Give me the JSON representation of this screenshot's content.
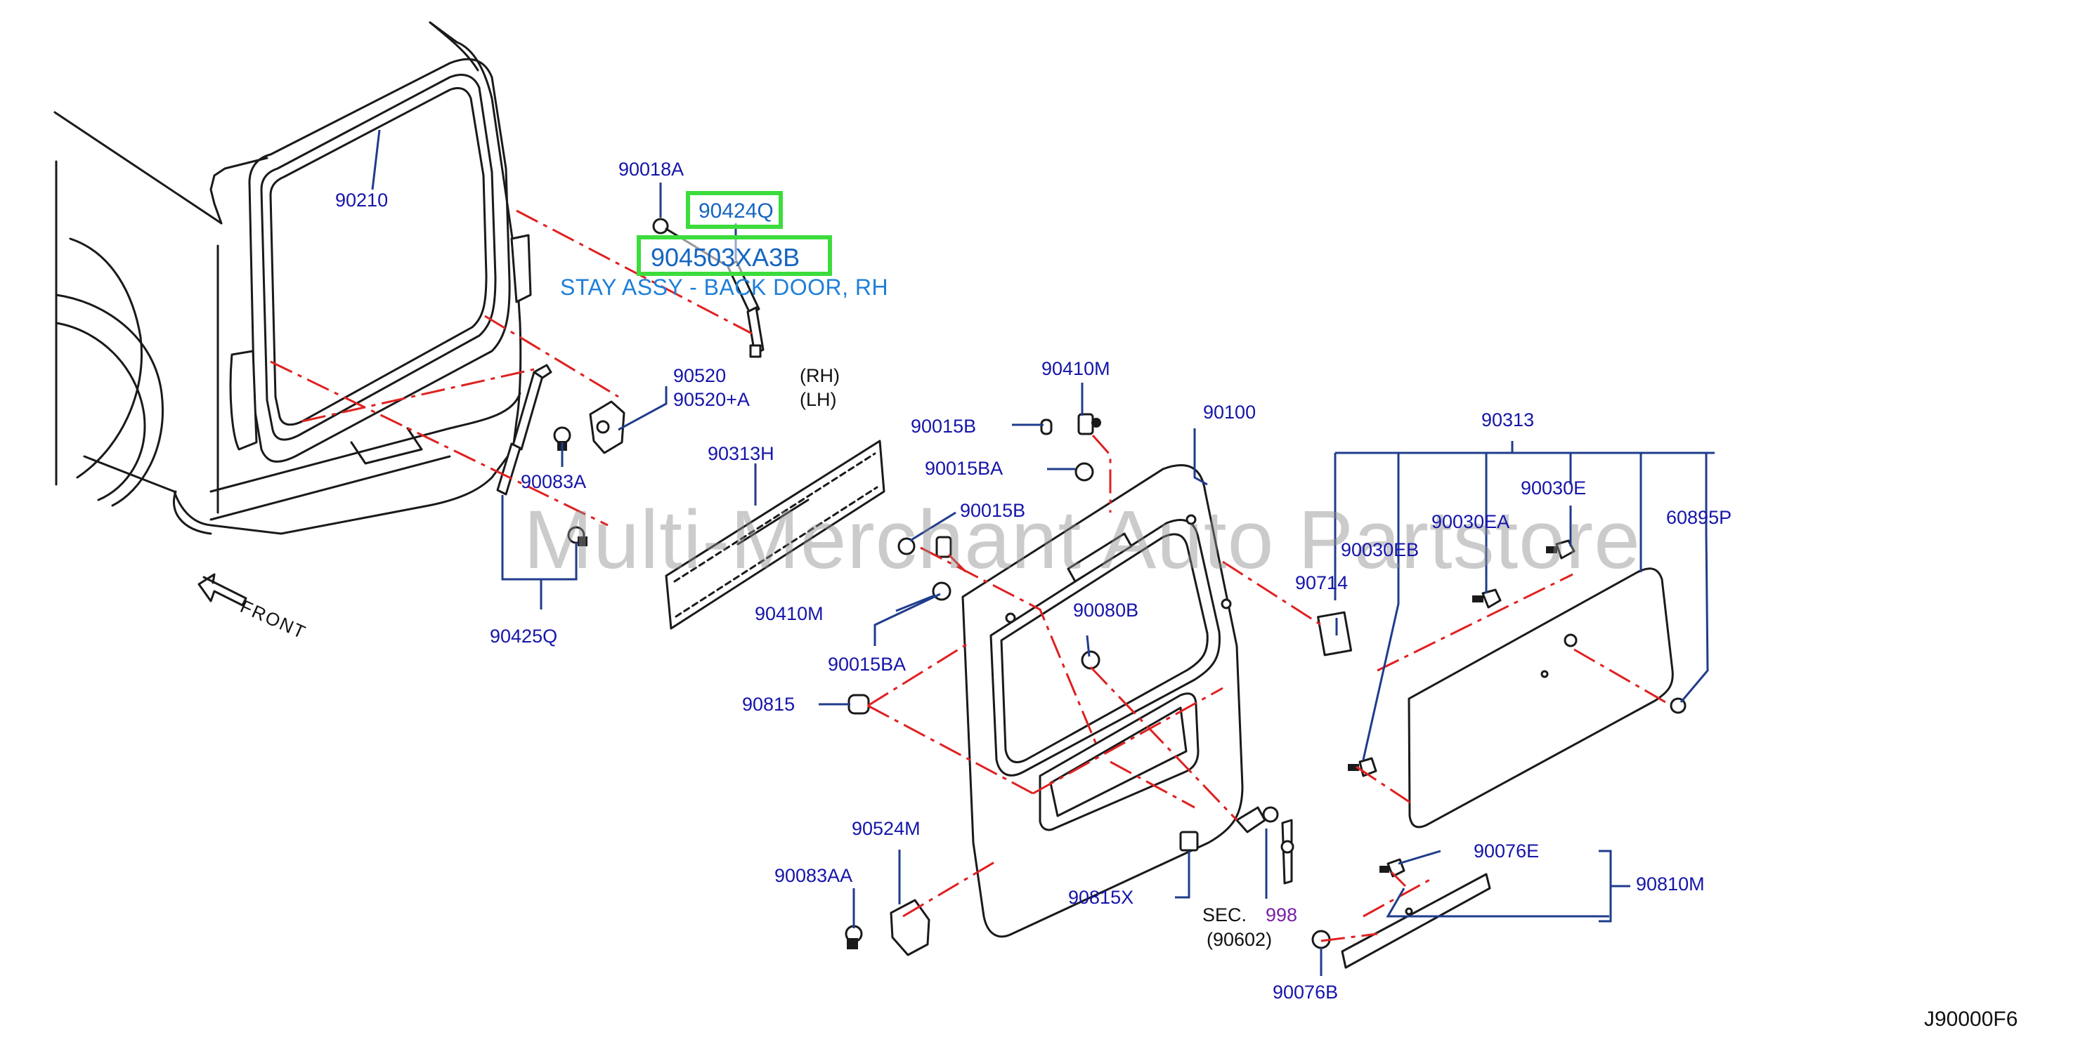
{
  "diagram": {
    "highlighted_part_a": "90424Q",
    "highlighted_part_b": "904503XA3B",
    "highlighted_description": "STAY ASSY - BACK DOOR, RH",
    "watermark": "Multi-Merchant Auto Partstore",
    "diagram_code": "J90000F6",
    "front_label": "FRONT",
    "sec_label": "SEC.",
    "sec_number": "998",
    "sec_ref": "(90602)",
    "rh_label": "(RH)",
    "lh_label": "(LH)",
    "parts": {
      "p90210": "90210",
      "p90018A": "90018A",
      "p90520": "90520",
      "p90520A": "90520+A",
      "p90083A": "90083A",
      "p90425Q": "90425Q",
      "p90313H": "90313H",
      "p90410M_top": "90410M",
      "p90015B_top": "90015B",
      "p90015BA_top": "90015BA",
      "p90100": "90100",
      "p90015B_mid": "90015B",
      "p90410M_mid": "90410M",
      "p90015BA_mid": "90015BA",
      "p90080B": "90080B",
      "p90815": "90815",
      "p90524M": "90524M",
      "p90083AA": "90083AA",
      "p90815X": "90815X",
      "p90313": "90313",
      "p90030EA": "90030EA",
      "p90030E": "90030E",
      "p60895P": "60895P",
      "p90030EB": "90030EB",
      "p90714": "90714",
      "p90076E": "90076E",
      "p90810M": "90810M",
      "p90076B": "90076B"
    }
  }
}
